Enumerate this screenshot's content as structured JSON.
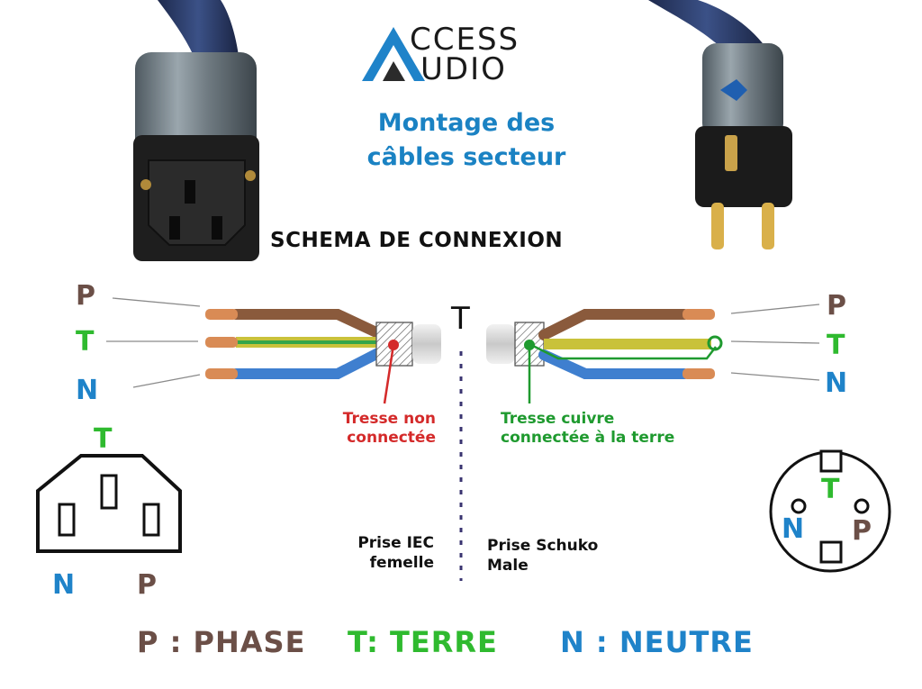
{
  "logo": {
    "line1": "CCESS",
    "line2": "UDIO"
  },
  "subtitle": {
    "line1": "Montage des",
    "line2": "câbles secteur"
  },
  "heading": "SCHEMA DE CONNEXION",
  "divider_label": "T",
  "left_pins": {
    "p": "P",
    "t": "T",
    "n": "N"
  },
  "right_pins": {
    "p": "P",
    "t": "T",
    "n": "N"
  },
  "left_note": {
    "line1": "Tresse non",
    "line2": "connectée"
  },
  "right_note": {
    "line1": "Tresse cuivre",
    "line2": "connectée à la terre"
  },
  "iec": {
    "label_line1": "Prise IEC",
    "label_line2": "femelle",
    "top": "T",
    "left": "N",
    "right": "P"
  },
  "schuko": {
    "label_line1": "Prise Schuko",
    "label_line2": "Male",
    "center": "T",
    "left": "N",
    "right": "P"
  },
  "legend": {
    "phase": "P : PHASE",
    "terre": "T: TERRE",
    "neutre": "N : NEUTRE"
  },
  "colors": {
    "phase": "#6b4f47",
    "terre": "#2fba2f",
    "neutre": "#1f83c9",
    "brown_wire": "#8a5a3c",
    "yellow_wire": "#c9c23a",
    "blue_wire": "#3f7fcf",
    "copper": "#d98b55",
    "title_blue": "#1a82c3",
    "not_connected": "#d42a2a",
    "connected": "#1f9a2f"
  },
  "icons": [
    "iec-c13-connector-photo",
    "schuko-plug-photo",
    "access-audio-logo"
  ]
}
